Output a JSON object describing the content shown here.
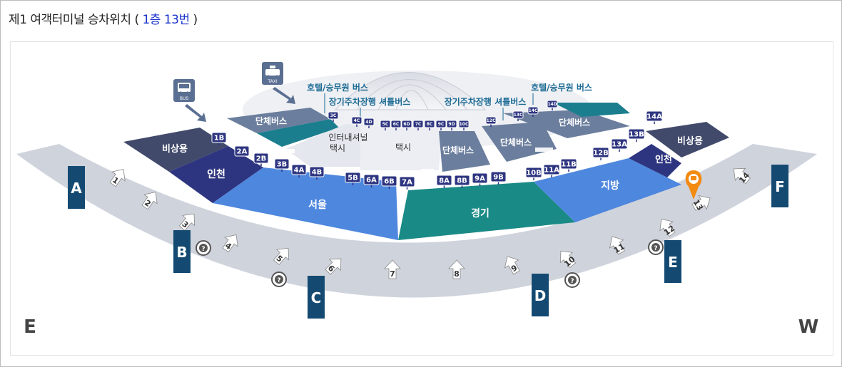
{
  "title": {
    "main": "제1 여객터미널 승차위치",
    "open": "(",
    "highlight": "1층 13번",
    "close": ")"
  },
  "zones": {
    "emergency": "비상용",
    "incheon": "인천",
    "seoul": "서울",
    "gyeonggi": "경기",
    "jibang": "지방",
    "group": "단체버스",
    "taxi": "택시",
    "intercity_taxi": [
      "인터내셔널",
      "택시"
    ]
  },
  "upper_labels": {
    "hotel": "호텔/승무원 버스",
    "longterm": "장기주차장행 셔틀버스"
  },
  "sign_icons": {
    "bus_sign": "bus-sign-icon",
    "taxi_sign": "taxi-sign-icon",
    "bus_text": "BUS",
    "taxi_text": "TAXI"
  },
  "stops_left": [
    "1B",
    "2A",
    "2B",
    "3B",
    "4A",
    "4B"
  ],
  "stops_center": [
    "5B",
    "6A",
    "6B",
    "7A",
    "8A",
    "8B",
    "9A",
    "9B"
  ],
  "stops_right": [
    "10B",
    "11A",
    "11B",
    "12B",
    "13A",
    "13B",
    "14A"
  ],
  "stops_upper": [
    "3C",
    "4C",
    "4D",
    "5C",
    "6C",
    "6D",
    "7C",
    "8C",
    "9C",
    "9D",
    "10C",
    "12C",
    "13C",
    "14C",
    "14D"
  ],
  "gates": [
    "1",
    "2",
    "3",
    "4",
    "5",
    "6",
    "7",
    "8",
    "9",
    "10",
    "11",
    "12",
    "13",
    "14"
  ],
  "doors": [
    "A",
    "B",
    "C",
    "D",
    "E",
    "F"
  ],
  "directions": {
    "east": "E",
    "west": "W"
  },
  "info_icon": "help-icon",
  "pin_icon": "bus-location-pin-icon",
  "colors": {
    "emergency": "#414a6b",
    "incheon": "#2e3580",
    "seoul": "#4e87de",
    "gyeonggi": "#1a8a86",
    "group": "#6b7e9d",
    "teal": "#1b7e8e",
    "ring": "#cfd3dc",
    "stop": "#2e3580",
    "door": "#144a72",
    "pin": "#f38a12"
  }
}
